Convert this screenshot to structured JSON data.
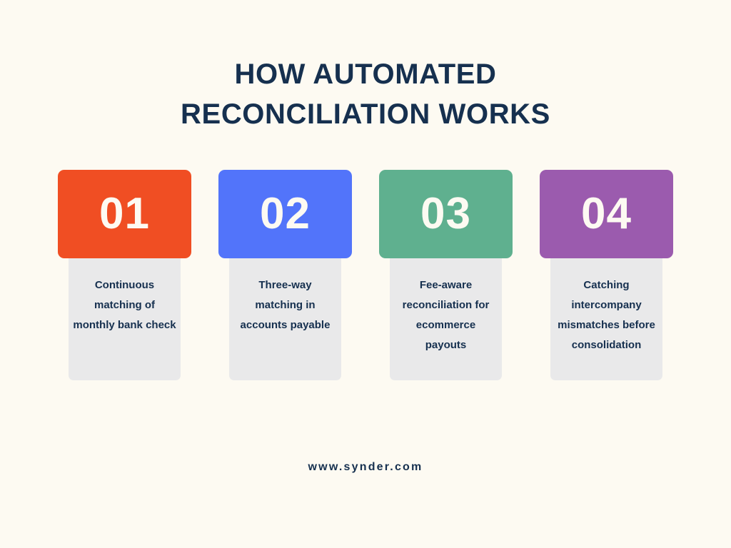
{
  "page": {
    "background_color": "#fdfaf2",
    "text_color": "#16304f"
  },
  "header": {
    "title": "HOW AUTOMATED RECONCILIATION WORKS"
  },
  "steps": [
    {
      "number": "01",
      "description": "Continuous matching of monthly bank check",
      "color": "#f04e23"
    },
    {
      "number": "02",
      "description": "Three-way matching in accounts payable",
      "color": "#5274fa"
    },
    {
      "number": "03",
      "description": "Fee-aware reconciliation for ecommerce payouts",
      "color": "#5fb08f"
    },
    {
      "number": "04",
      "description": "Catching intercompany mismatches before consolidation",
      "color": "#9b5bae"
    }
  ],
  "footer": {
    "url": "www.synder.com"
  }
}
